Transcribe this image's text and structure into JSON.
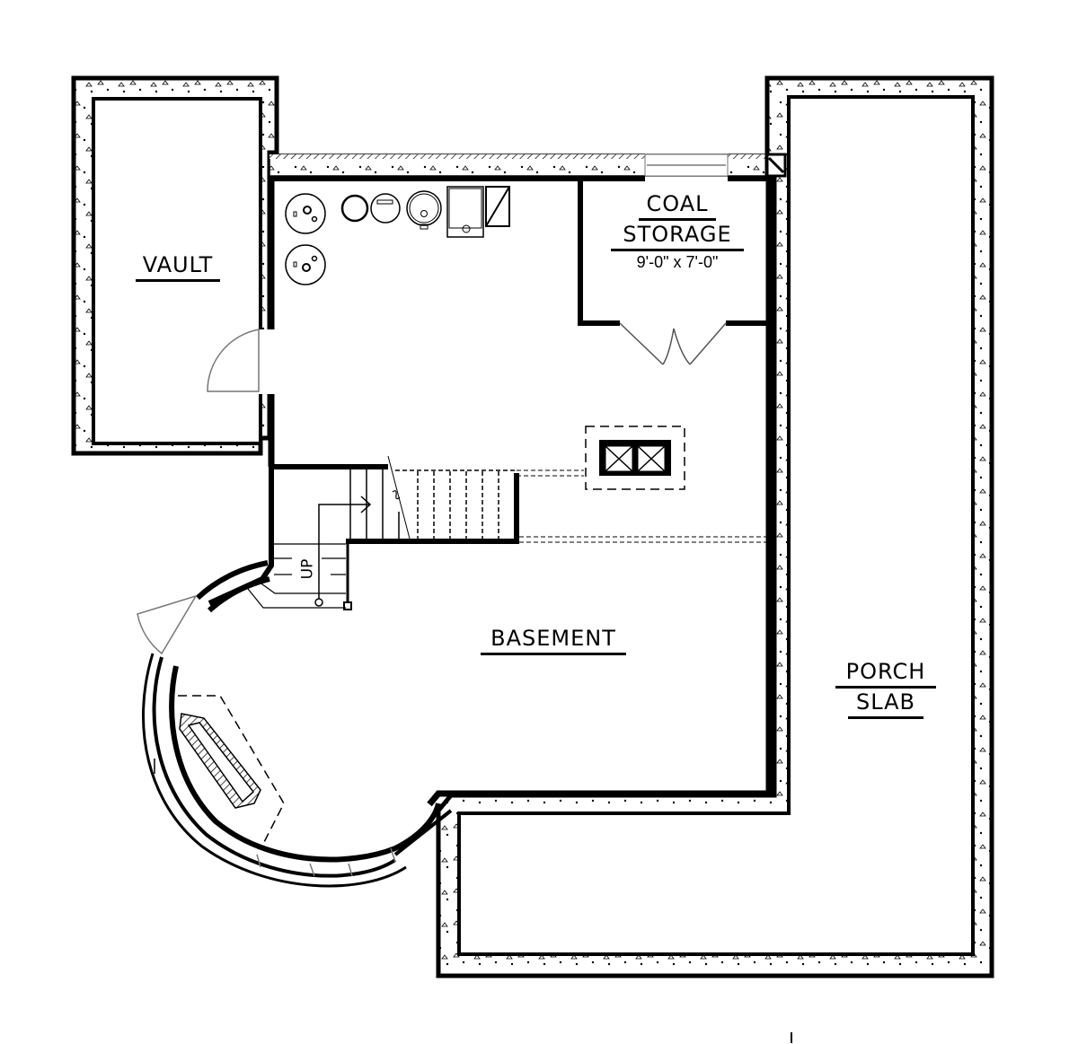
{
  "drawing": {
    "type": "basement floor plan",
    "background": "#ffffff",
    "line_color": "#000000",
    "door_swing_color": "#777777"
  },
  "rooms": {
    "vault": {
      "name": "VAULT"
    },
    "coal_storage": {
      "name_line1": "COAL",
      "name_line2": "STORAGE",
      "dimensions": "9'-0\" x 7'-0\""
    },
    "basement": {
      "name": "BASEMENT"
    },
    "porch_slab": {
      "name_line1": "PORCH",
      "name_line2": "SLAB"
    }
  },
  "stairs": {
    "direction_label": "UP"
  },
  "fixtures": [
    {
      "type": "water-heater"
    },
    {
      "type": "water-heater"
    },
    {
      "type": "water-softener-tank"
    },
    {
      "type": "brine-tank"
    },
    {
      "type": "pressure-tank"
    },
    {
      "type": "furnace"
    },
    {
      "type": "electrical-panel"
    },
    {
      "type": "fireplace"
    },
    {
      "type": "double-window-well"
    }
  ]
}
